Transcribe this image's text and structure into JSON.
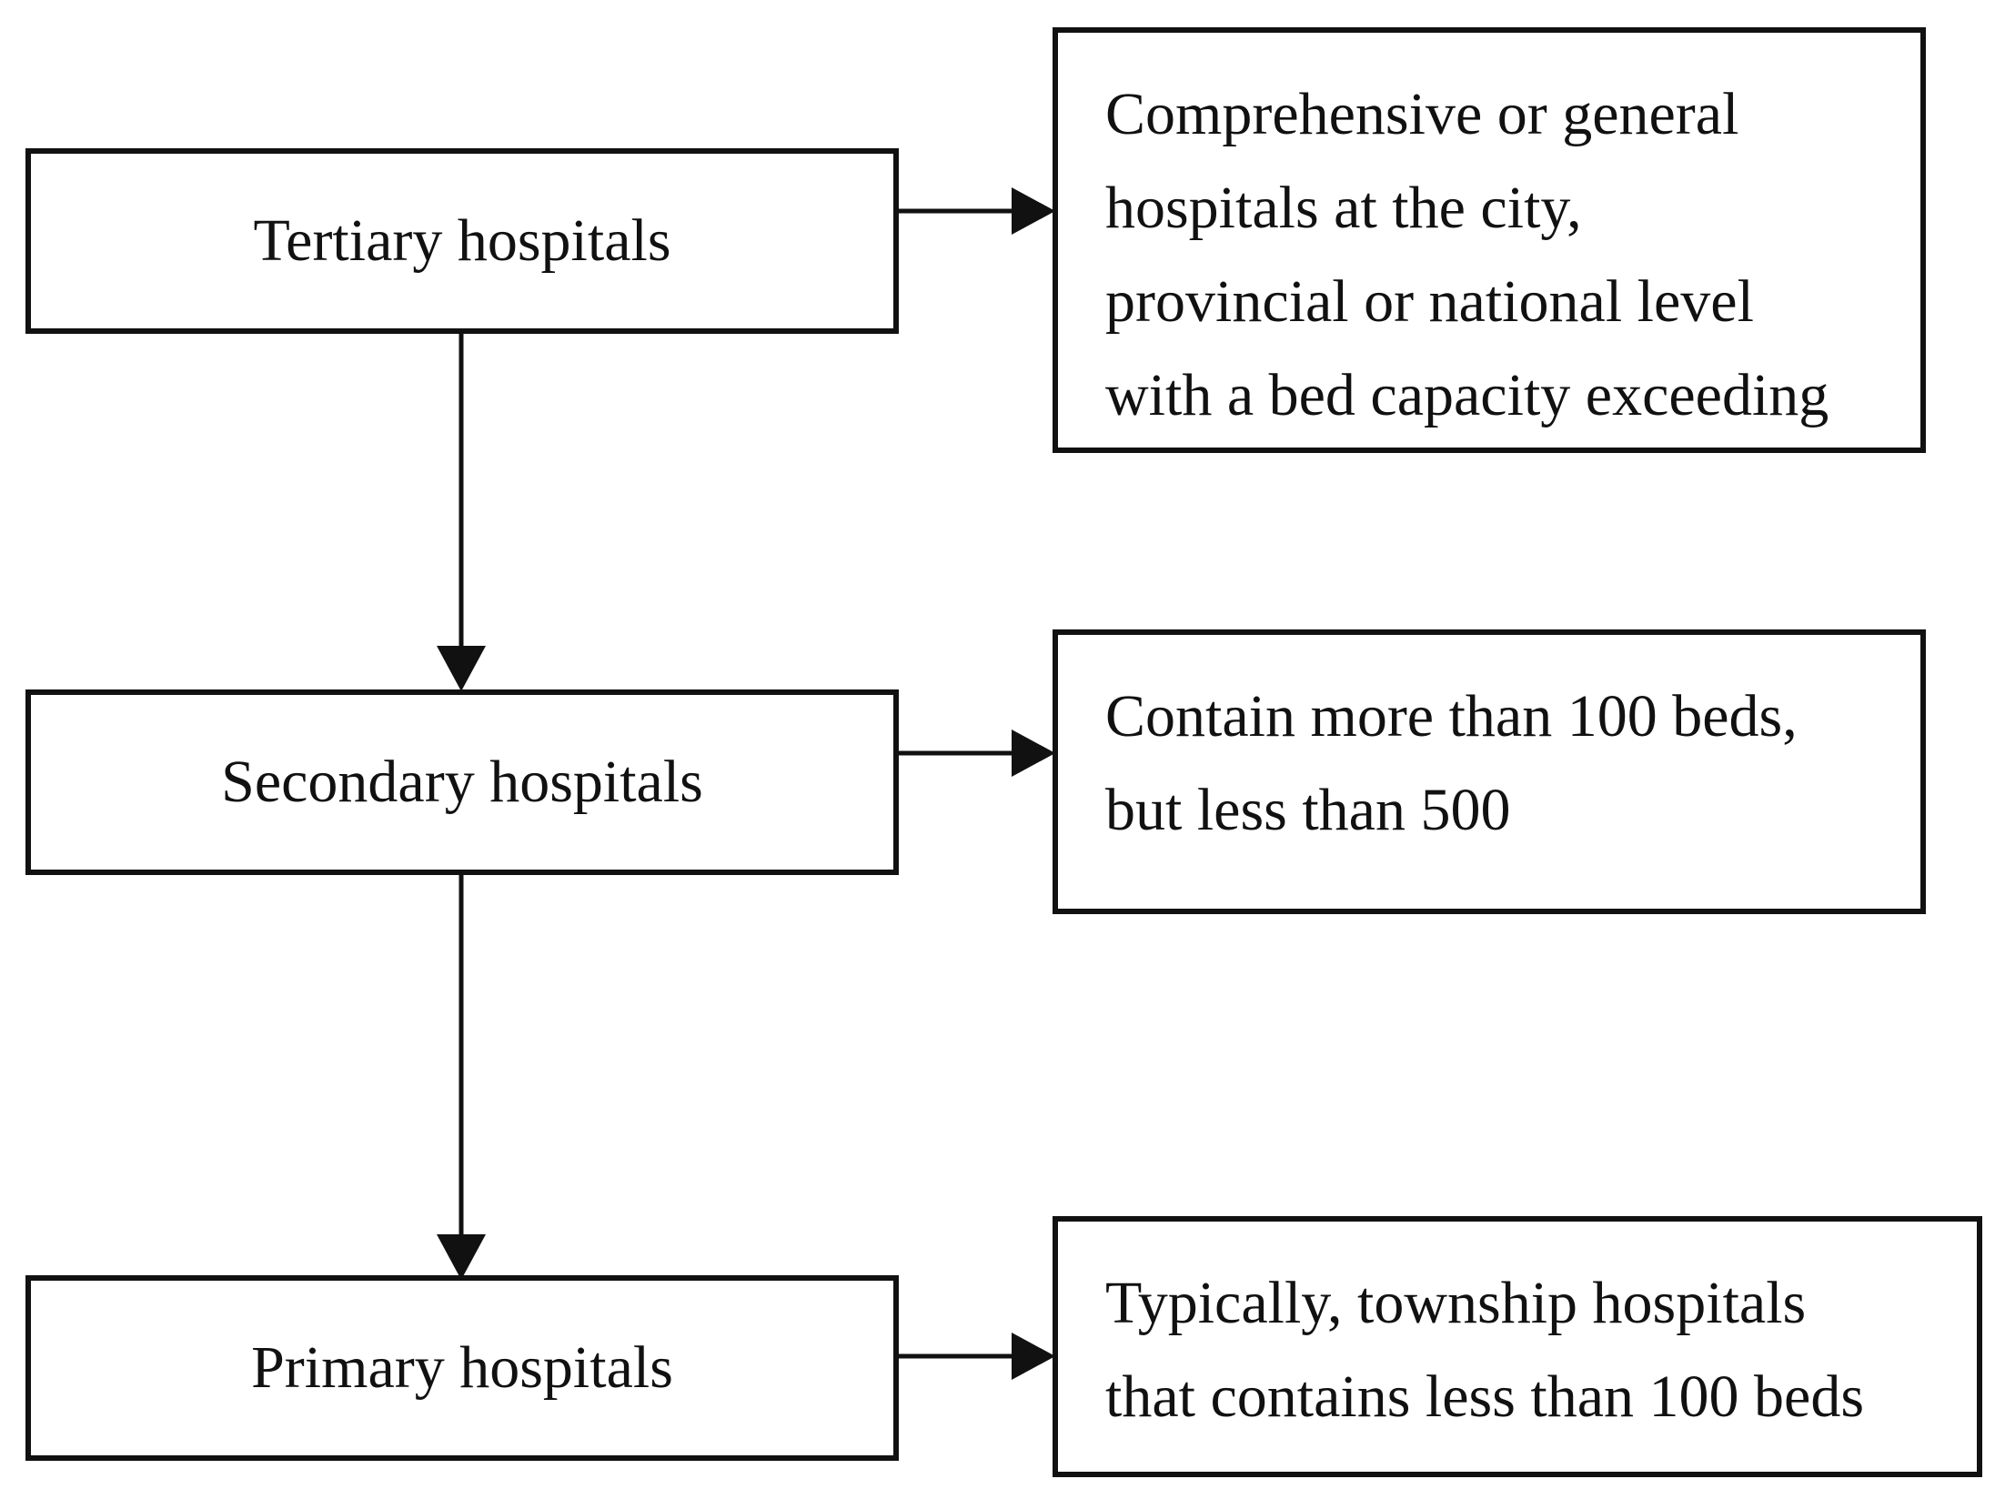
{
  "diagram": {
    "levels": [
      {
        "id": "tertiary",
        "label": "Tertiary hospitals",
        "description_lines": [
          "Comprehensive or general",
          "hospitals at the city,",
          "provincial or national level",
          "with a bed capacity exceeding"
        ]
      },
      {
        "id": "secondary",
        "label": "Secondary hospitals",
        "description_lines": [
          "Contain more than 100 beds,",
          "but less than 500"
        ]
      },
      {
        "id": "primary",
        "label": "Primary hospitals",
        "description_lines": [
          "Typically, township hospitals",
          "that contains less than 100 beds"
        ]
      }
    ],
    "colors": {
      "stroke": "#111111",
      "text": "#111111",
      "background": "#ffffff"
    }
  }
}
